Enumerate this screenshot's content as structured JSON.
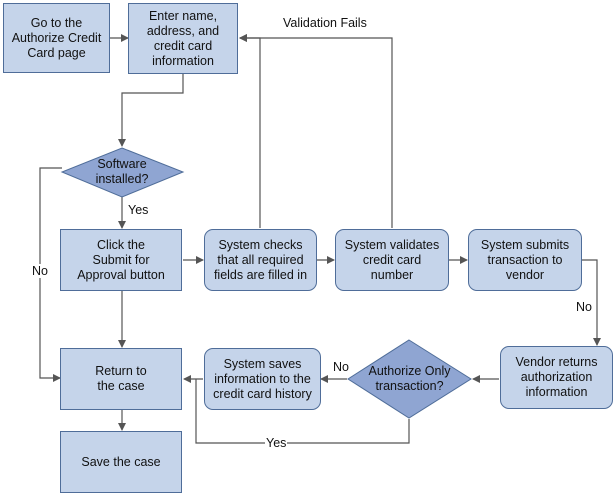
{
  "nodes": {
    "go_to_page": "Go to the\nAuthorize Credit\nCard page",
    "enter_info": "Enter name,\naddress, and\ncredit card\ninformation",
    "software_installed": "Software\ninstalled?",
    "click_submit": "Click the\nSubmit for\nApproval button",
    "system_checks": "System checks\nthat all required\nfields are filled in",
    "system_validates": "System validates\ncredit card\nnumber",
    "system_submits": "System submits\ntransaction to\nvendor",
    "vendor_returns": "Vendor returns\nauthorization\ninformation",
    "authorize_only": "Authorize Only\ntransaction?",
    "system_saves": "System saves\ninformation to the\ncredit card history",
    "return_case": "Return to\nthe case",
    "save_case": "Save the case"
  },
  "edge_labels": {
    "validation_fails": "Validation Fails",
    "yes_software": "Yes",
    "no_software": "No",
    "no_vendor": "No",
    "no_authorize": "No",
    "yes_authorize": "Yes"
  },
  "colors": {
    "box_fill": "#c5d4ea",
    "diamond_fill": "#8fa5d2",
    "border": "#4f6d99",
    "line": "#555555"
  }
}
